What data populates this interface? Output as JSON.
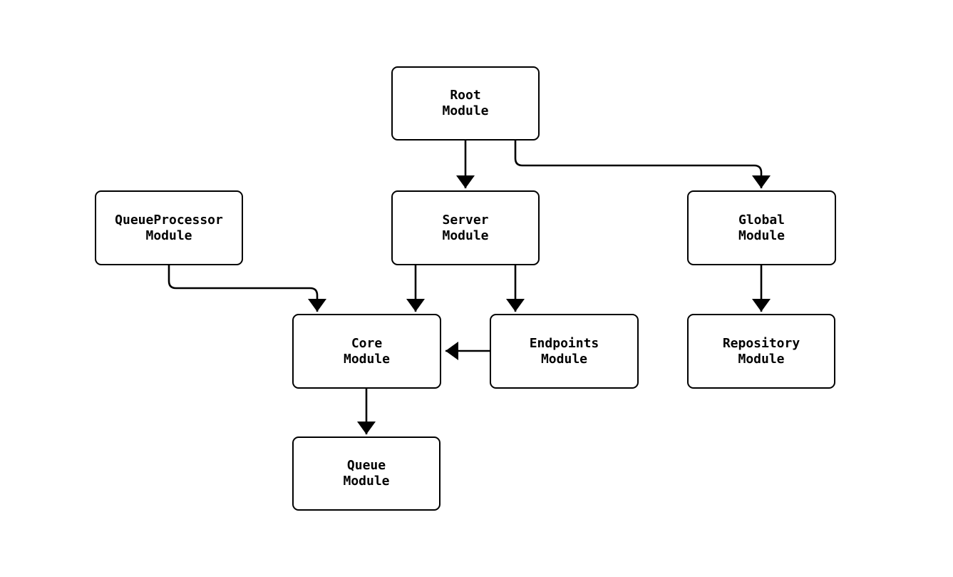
{
  "diagram": {
    "type": "module-dependency-diagram",
    "colors": {
      "background": "#ffffff",
      "node_fill": "#ffffff",
      "stroke": "#000000",
      "text": "#000000"
    },
    "nodes": [
      {
        "id": "root",
        "label": "Root\nModule"
      },
      {
        "id": "queue-processor",
        "label": "QueueProcessor\nModule"
      },
      {
        "id": "server",
        "label": "Server\nModule"
      },
      {
        "id": "global",
        "label": "Global\nModule"
      },
      {
        "id": "core",
        "label": "Core\nModule"
      },
      {
        "id": "endpoints",
        "label": "Endpoints\nModule"
      },
      {
        "id": "repository",
        "label": "Repository\nModule"
      },
      {
        "id": "queue",
        "label": "Queue\nModule"
      }
    ],
    "edges": [
      {
        "from": "root",
        "to": "server"
      },
      {
        "from": "root",
        "to": "global"
      },
      {
        "from": "queue-processor",
        "to": "core"
      },
      {
        "from": "server",
        "to": "core"
      },
      {
        "from": "server",
        "to": "endpoints"
      },
      {
        "from": "endpoints",
        "to": "core"
      },
      {
        "from": "global",
        "to": "repository"
      },
      {
        "from": "core",
        "to": "queue"
      }
    ]
  }
}
